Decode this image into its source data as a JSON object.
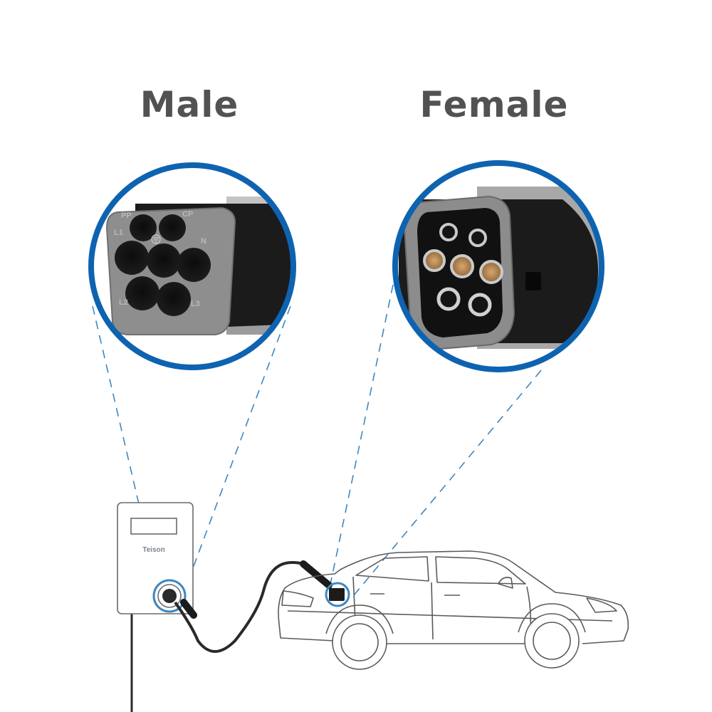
{
  "labels": {
    "male": "Male",
    "female": "Female"
  },
  "charger": {
    "brand": "Teison"
  },
  "male_connector": {
    "pins": [
      "PP",
      "CP",
      "L1",
      "N",
      "L2",
      "L3"
    ]
  },
  "colors": {
    "ring": "#0e63b0",
    "dashed_line": "#3d87c0",
    "title": "#525252",
    "outline": "#5a5a5a",
    "connector_body": "#1b1b1b"
  }
}
